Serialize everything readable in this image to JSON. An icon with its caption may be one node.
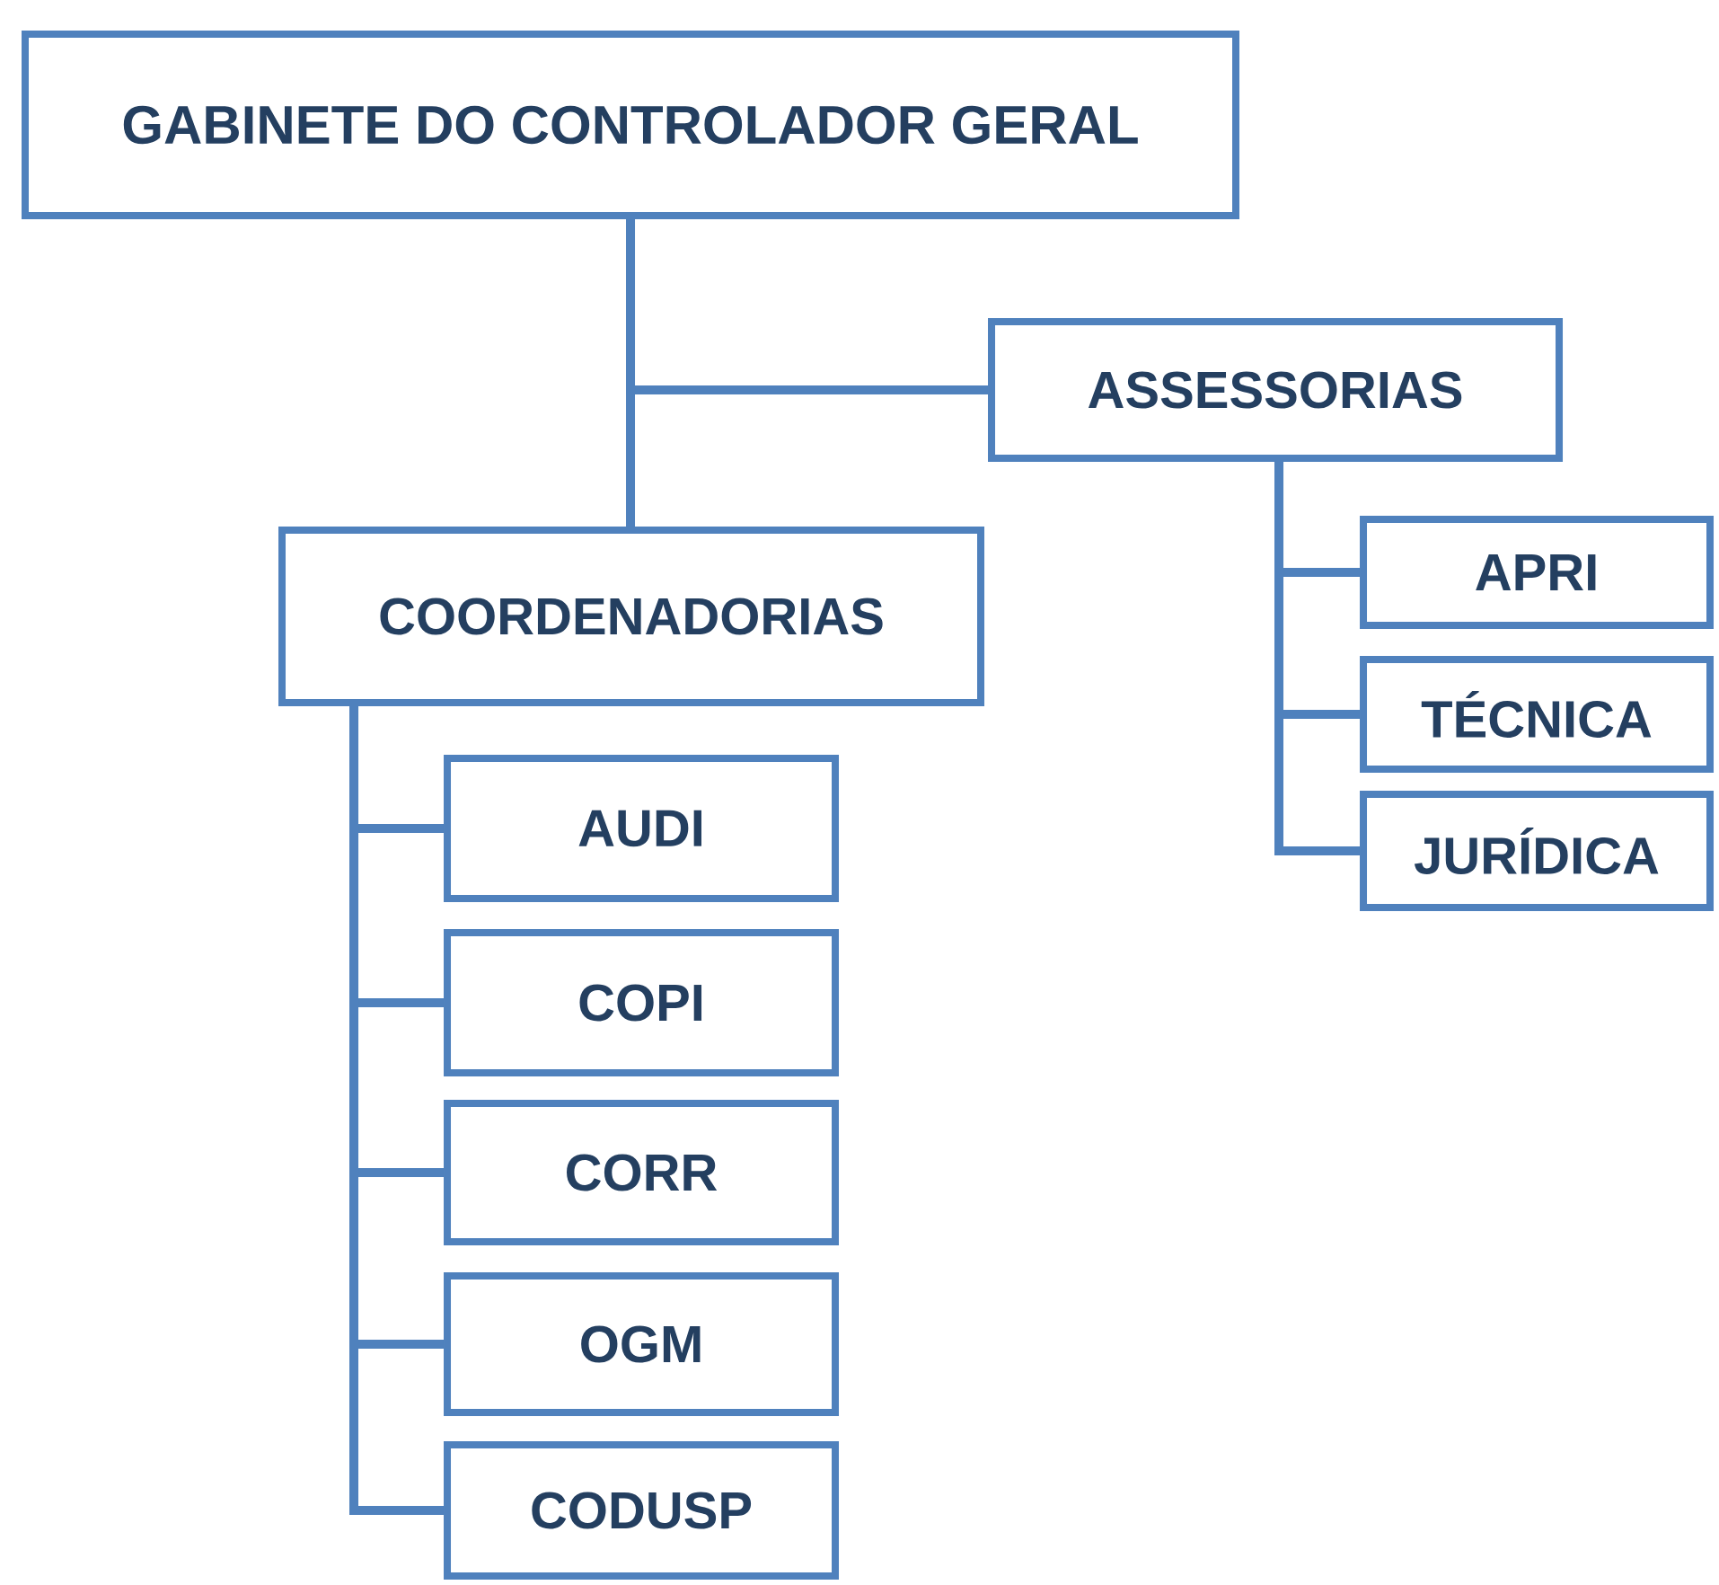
{
  "diagram": {
    "nodes": [
      {
        "text": [
          "GABINETE DO CONTROLADOR GERAL"
        ]
      },
      {
        "text": [
          "ASSESSORIAS"
        ]
      },
      {
        "text": [
          "COORDENADORIAS"
        ]
      },
      {
        "text": [
          "APRI"
        ]
      },
      {
        "text": [
          "TÉCNICA"
        ]
      },
      {
        "text": [
          "JURÍDICA"
        ]
      },
      {
        "text": [
          "AUDI"
        ]
      },
      {
        "text": [
          "COPI"
        ]
      },
      {
        "text": [
          "CORR"
        ]
      },
      {
        "text": [
          "OGM"
        ]
      },
      {
        "text": [
          "CODUSP"
        ]
      }
    ],
    "edges": [
      {
        "from": 0,
        "to": 1,
        "arrow": "none"
      },
      {
        "from": 0,
        "to": 2,
        "arrow": "none"
      },
      {
        "from": 1,
        "to": 3,
        "arrow": "none"
      },
      {
        "from": 1,
        "to": 4,
        "arrow": "none"
      },
      {
        "from": 1,
        "to": 5,
        "arrow": "none"
      },
      {
        "from": 2,
        "to": 6,
        "arrow": "none"
      },
      {
        "from": 2,
        "to": 7,
        "arrow": "none"
      },
      {
        "from": 2,
        "to": 8,
        "arrow": "none"
      },
      {
        "from": 2,
        "to": 9,
        "arrow": "none"
      },
      {
        "from": 2,
        "to": 10,
        "arrow": "none"
      }
    ]
  }
}
